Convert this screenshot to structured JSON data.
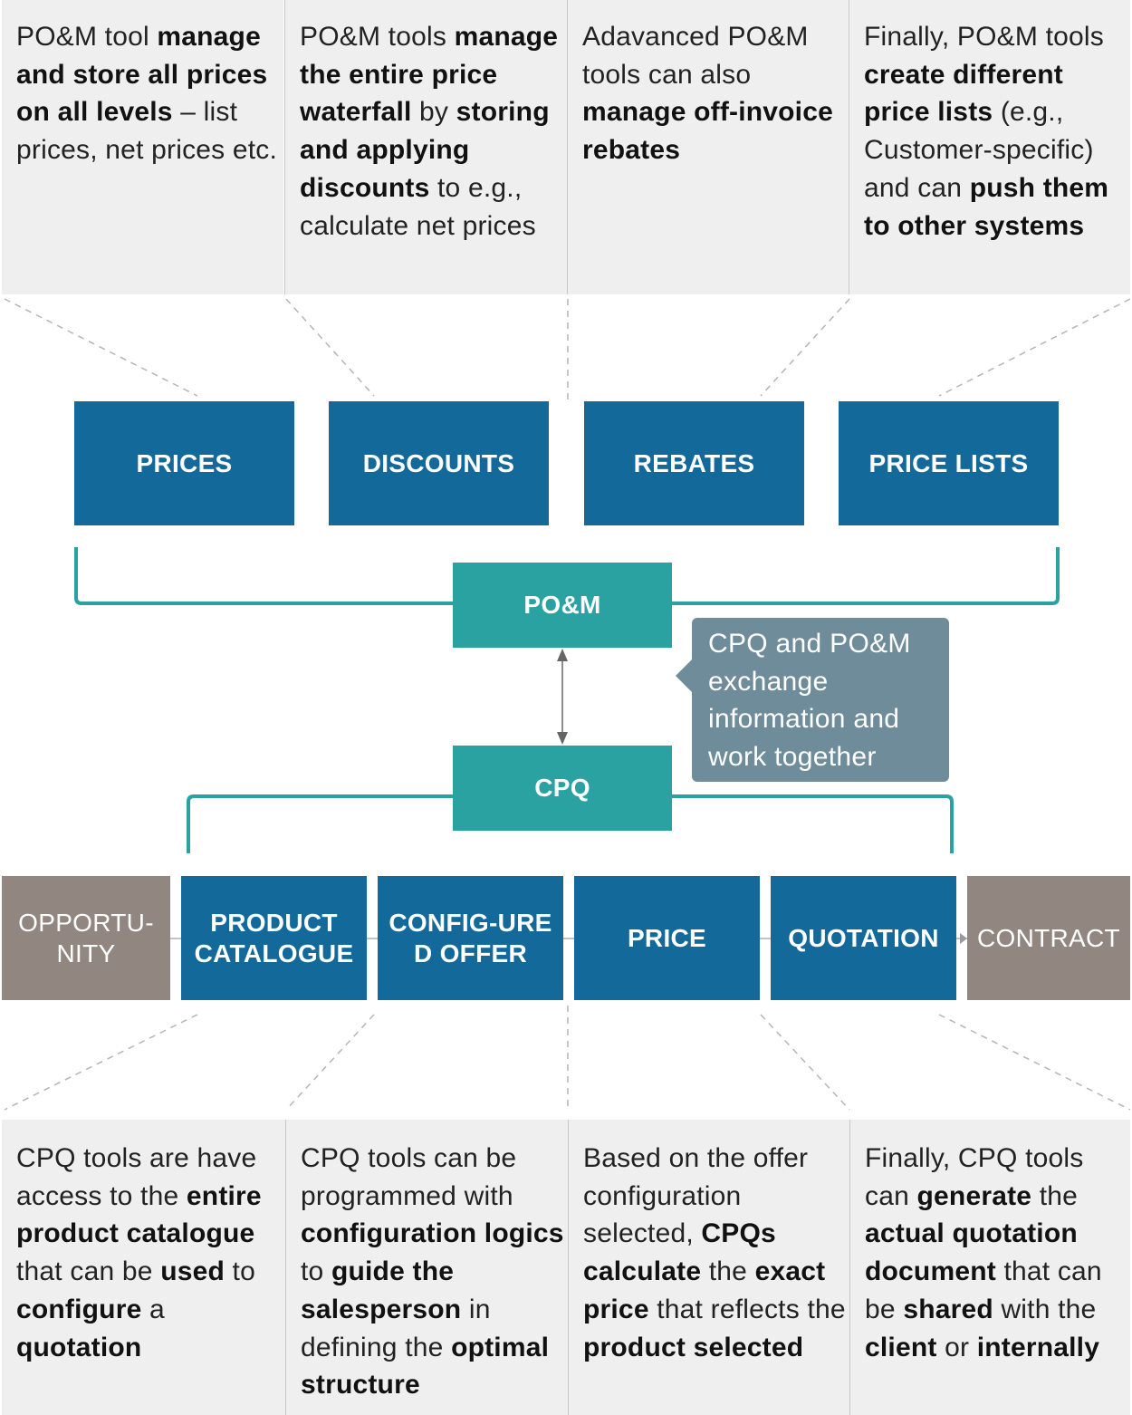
{
  "top_descriptions": [
    [
      {
        "t": "PO&M tool "
      },
      {
        "t": "manage and store all prices on all levels",
        "b": true
      },
      {
        "t": " – list prices, net prices etc."
      }
    ],
    [
      {
        "t": "PO&M tools "
      },
      {
        "t": "manage the entire price waterfall",
        "b": true
      },
      {
        "t": " by "
      },
      {
        "t": "storing and applying discounts",
        "b": true
      },
      {
        "t": " to e.g., calculate net prices"
      }
    ],
    [
      {
        "t": "Adavanced PO&M tools can also "
      },
      {
        "t": "manage off-invoice rebates",
        "b": true
      }
    ],
    [
      {
        "t": "Finally, PO&M tools "
      },
      {
        "t": "create different price lists",
        "b": true
      },
      {
        "t": " (e.g., Customer-specific) and can "
      },
      {
        "t": "push them to other systems",
        "b": true
      }
    ]
  ],
  "pom_boxes": [
    "PRICES",
    "DISCOUNTS",
    "REBATES",
    "PRICE LISTS"
  ],
  "pom_label": "PO&M",
  "cpq_label": "CPQ",
  "callout_text": "CPQ and PO&M exchange information and work together",
  "process": {
    "opportunity": "OPPORTU-NITY",
    "steps": [
      "PRODUCT CATALOGUE",
      "CONFIG-URED OFFER",
      "PRICE",
      "QUOTATION"
    ],
    "contract": "CONTRACT"
  },
  "bottom_descriptions": [
    [
      {
        "t": "CPQ tools are have access to the "
      },
      {
        "t": "entire product catalogue",
        "b": true
      },
      {
        "t": " that can be "
      },
      {
        "t": "used",
        "b": true
      },
      {
        "t": " to "
      },
      {
        "t": "configure",
        "b": true
      },
      {
        "t": " a "
      },
      {
        "t": "quotation",
        "b": true
      }
    ],
    [
      {
        "t": "CPQ tools can be programmed with "
      },
      {
        "t": "configuration logics",
        "b": true
      },
      {
        "t": " to "
      },
      {
        "t": "guide the salesperson",
        "b": true
      },
      {
        "t": " in defining the "
      },
      {
        "t": "optimal structure",
        "b": true
      }
    ],
    [
      {
        "t": "Based on the offer configuration selected, "
      },
      {
        "t": "CPQs calculate",
        "b": true
      },
      {
        "t": " the "
      },
      {
        "t": "exact price",
        "b": true
      },
      {
        "t": " that reflects the "
      },
      {
        "t": "product selected",
        "b": true
      }
    ],
    [
      {
        "t": "Finally, CPQ tools can "
      },
      {
        "t": "generate",
        "b": true
      },
      {
        "t": " the "
      },
      {
        "t": "actual quotation document",
        "b": true
      },
      {
        "t": " that can be "
      },
      {
        "t": "shared",
        "b": true
      },
      {
        "t": " with the "
      },
      {
        "t": "client",
        "b": true
      },
      {
        "t": " or "
      },
      {
        "t": "internally",
        "b": true
      }
    ]
  ],
  "colors": {
    "box_blue": "#136a9a",
    "box_teal": "#2aa2a2",
    "box_grey": "#918780",
    "callout": "#6f8c9a",
    "panel_bg": "#efefef"
  }
}
